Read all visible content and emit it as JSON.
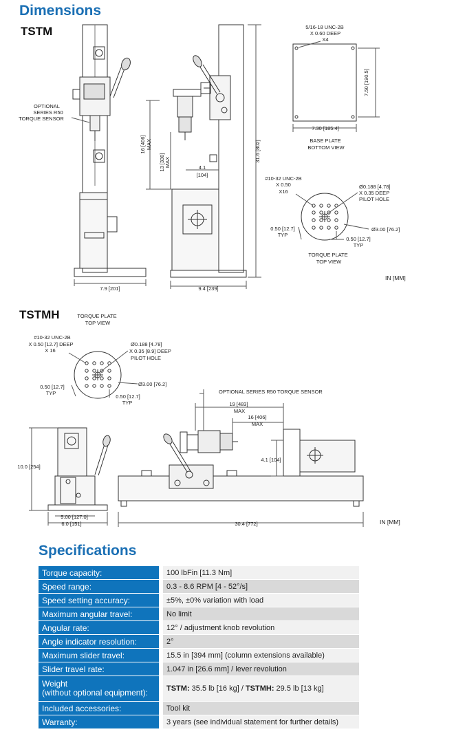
{
  "headings": {
    "dimensions": "Dimensions",
    "specifications": "Specifications"
  },
  "models": {
    "tstm": "TSTM",
    "tstmh": "TSTMH"
  },
  "tstm_labels": {
    "sensor_1": "OPTIONAL",
    "sensor_2": "SERIES R50",
    "sensor_3": "TORQUE SENSOR",
    "width_front": "7.9 [201]",
    "width_side": "9.4 [239]",
    "height_total": "31.6 [802]",
    "travel_max": "16 [406]",
    "travel_max_word": "MAX",
    "stroke_max": "13 [330]",
    "stroke_max_word": "MAX",
    "offset": "4.1",
    "offset_mm": "[104]",
    "base_holes_1": "5/16-18 UNC-2B",
    "base_holes_2": "X 0.60 DEEP",
    "base_holes_3": "X4",
    "base_width": "7.30 [185.4]",
    "base_depth": "7.50 [190.5]",
    "base_caption_1": "BASE PLATE",
    "base_caption_2": "BOTTOM VIEW",
    "tp_holes_1": "#10-32 UNC-2B",
    "tp_holes_2": "X 0.50",
    "tp_holes_3": "X16",
    "tp_pilot_1": "Ø0.188 [4.78]",
    "tp_pilot_2": "X 0.35 DEEP",
    "tp_pilot_3": "PILOT HOLE",
    "tp_dia": "Ø3.00 [76.2]",
    "tp_typ_a_1": "0.50 [12.7]",
    "tp_typ_a_2": "TYP",
    "tp_typ_b_1": "0.50 [12.7]",
    "tp_typ_b_2": "TYP",
    "tp_caption_1": "TORQUE PLATE",
    "tp_caption_2": "TOP VIEW",
    "unit": "IN [MM]"
  },
  "tstmh_labels": {
    "tp_caption_1": "TORQUE PLATE",
    "tp_caption_2": "TOP VIEW",
    "tp_holes_1": "#10-32 UNC-2B",
    "tp_holes_2": "X 0.50 [12.7] DEEP",
    "tp_holes_3": "X 16",
    "tp_pilot_1": "Ø0.188 [4.78]",
    "tp_pilot_2": "X 0.35 [8.9] DEEP",
    "tp_pilot_3": "PILOT HOLE",
    "tp_dia": "Ø3.00 [76.2]",
    "tp_typ_a_1": "0.50 [12.7]",
    "tp_typ_a_2": "TYP",
    "tp_typ_b_1": "0.50 [12.7]",
    "tp_typ_b_2": "TYP",
    "sensor": "OPTIONAL SERIES R50 TORQUE SENSOR",
    "reach_max": "19 [483]",
    "reach_max_word": "MAX",
    "travel_max": "16 [406]",
    "travel_max_word": "MAX",
    "offset": "4.1 [104]",
    "height": "10.0 [254]",
    "width_a": "5.00 [127.0]",
    "width_b": "6.0 [151]",
    "length": "30.4 [772]",
    "unit": "IN [MM]"
  },
  "specs": [
    {
      "label": "Torque capacity:",
      "value": "100 lbFin [11.3 Nm]"
    },
    {
      "label": "Speed range:",
      "value": "0.3 - 8.6 RPM [4 - 52°/s]"
    },
    {
      "label": "Speed setting accuracy:",
      "value": "±5%, ±0% variation with load"
    },
    {
      "label": "Maximum angular travel:",
      "value": "No limit"
    },
    {
      "label": "Angular rate:",
      "value": "12° / adjustment knob revolution"
    },
    {
      "label": "Angle indicator resolution:",
      "value": "2°"
    },
    {
      "label": "Maximum slider travel:",
      "value": "15.5 in [394 mm] (column extensions available)"
    },
    {
      "label": "Slider travel rate:",
      "value": "1.047 in [26.6 mm] / lever revolution"
    },
    {
      "label_1": "Weight",
      "label_2": "(without optional equipment):",
      "tstm_key": "TSTM:",
      "tstm_val": " 35.5 lb [16 kg] / ",
      "tstmh_key": "TSTMH:",
      "tstmh_val": " 29.5 lb [13 kg]"
    },
    {
      "label": "Included accessories:",
      "value": "Tool kit"
    },
    {
      "label": "Warranty:",
      "value": "3 years (see individual statement for further details)"
    }
  ]
}
